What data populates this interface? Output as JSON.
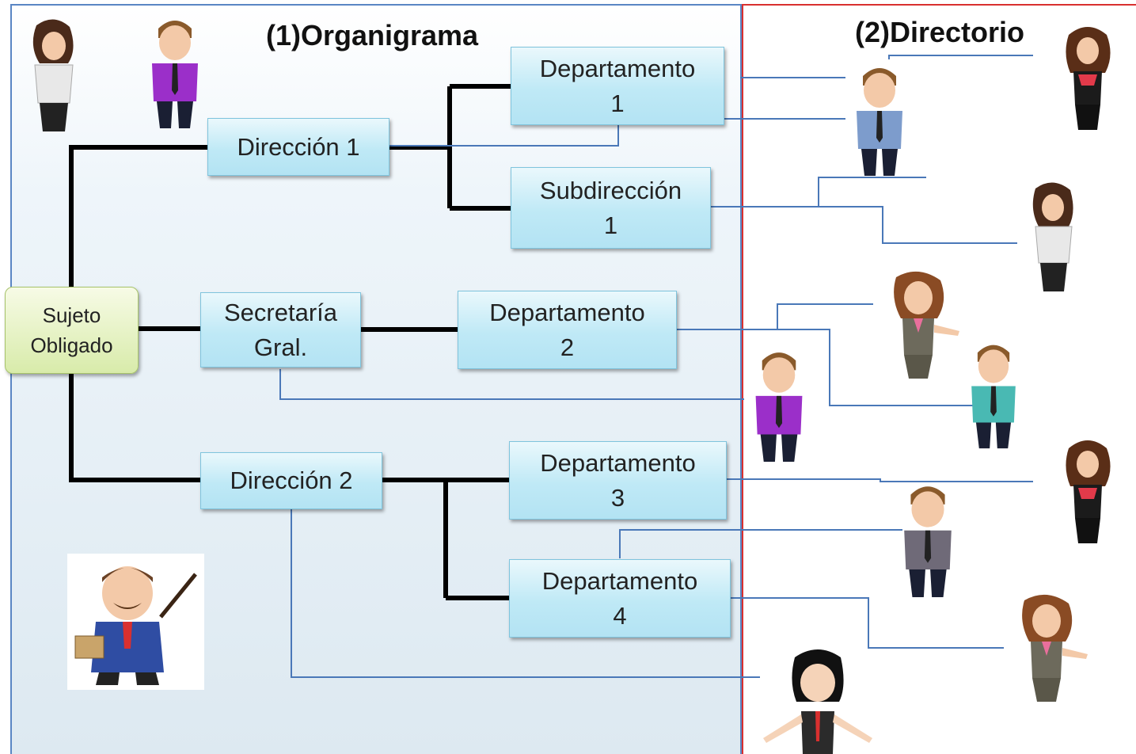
{
  "titles": {
    "organigrama": "(1)Organigrama",
    "directorio": "(2)Directorio"
  },
  "nodes": {
    "root": {
      "line1": "Sujeto",
      "line2": "Obligado"
    },
    "direccion1": {
      "label": "Dirección 1"
    },
    "secretaria": {
      "line1": "Secretaría",
      "line2": "Gral."
    },
    "direccion2": {
      "label": "Dirección 2"
    },
    "depto1": {
      "line1": "Departamento",
      "line2": "1"
    },
    "subdireccion1": {
      "line1": "Subdirección",
      "line2": "1"
    },
    "depto2": {
      "line1": "Departamento",
      "line2": "2"
    },
    "depto3": {
      "line1": "Departamento",
      "line2": "3"
    },
    "depto4": {
      "line1": "Departamento",
      "line2": "4"
    }
  },
  "colors": {
    "left_panel_border": "#5a86c4",
    "right_panel_border": "#d9302f",
    "connector_thick": "#000000",
    "connector_thin": "#4a78b8",
    "node_fill": "#bfe9f6",
    "root_fill": "#d8ebaa"
  }
}
